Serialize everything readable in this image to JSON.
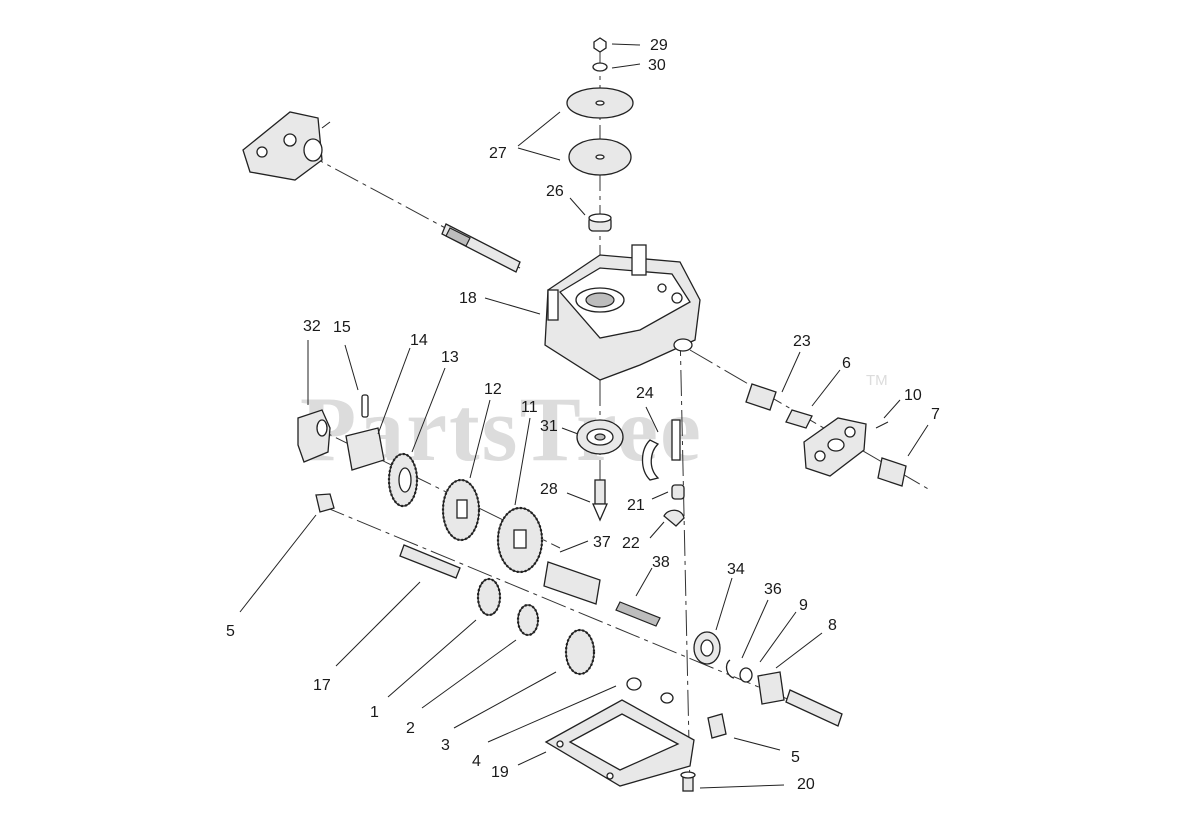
{
  "watermark": {
    "text": "PartsTree",
    "trademark": "TM"
  },
  "labels": [
    {
      "id": "29",
      "text": "29"
    },
    {
      "id": "30",
      "text": "30"
    },
    {
      "id": "27",
      "text": "27"
    },
    {
      "id": "26",
      "text": "26"
    },
    {
      "id": "18",
      "text": "18"
    },
    {
      "id": "32",
      "text": "32"
    },
    {
      "id": "15",
      "text": "15"
    },
    {
      "id": "14",
      "text": "14"
    },
    {
      "id": "13",
      "text": "13"
    },
    {
      "id": "12",
      "text": "12"
    },
    {
      "id": "11",
      "text": "11"
    },
    {
      "id": "31",
      "text": "31"
    },
    {
      "id": "24",
      "text": "24"
    },
    {
      "id": "23",
      "text": "23"
    },
    {
      "id": "6",
      "text": "6"
    },
    {
      "id": "10",
      "text": "10"
    },
    {
      "id": "7",
      "text": "7"
    },
    {
      "id": "28",
      "text": "28"
    },
    {
      "id": "21",
      "text": "21"
    },
    {
      "id": "22",
      "text": "22"
    },
    {
      "id": "37",
      "text": "37"
    },
    {
      "id": "38",
      "text": "38"
    },
    {
      "id": "34",
      "text": "34"
    },
    {
      "id": "36",
      "text": "36"
    },
    {
      "id": "9",
      "text": "9"
    },
    {
      "id": "8",
      "text": "8"
    },
    {
      "id": "5a",
      "text": "5"
    },
    {
      "id": "17",
      "text": "17"
    },
    {
      "id": "1",
      "text": "1"
    },
    {
      "id": "2",
      "text": "2"
    },
    {
      "id": "3",
      "text": "3"
    },
    {
      "id": "4",
      "text": "4"
    },
    {
      "id": "19",
      "text": "19"
    },
    {
      "id": "5b",
      "text": "5"
    },
    {
      "id": "20",
      "text": "20"
    }
  ]
}
